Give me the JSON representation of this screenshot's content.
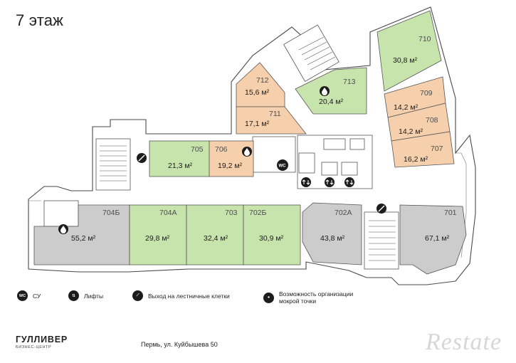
{
  "title": "7 этаж",
  "rooms": [
    {
      "id": "710",
      "number": "710",
      "area": "30,8 м²",
      "status": "green"
    },
    {
      "id": "713",
      "number": "713",
      "area": "20,4 м²",
      "status": "green"
    },
    {
      "id": "712",
      "number": "712",
      "area": "15,6 м²",
      "status": "orange"
    },
    {
      "id": "711",
      "number": "711",
      "area": "17,1 м²",
      "status": "orange"
    },
    {
      "id": "709",
      "number": "709",
      "area": "14,2 м²",
      "status": "orange"
    },
    {
      "id": "708",
      "number": "708",
      "area": "14,2 м²",
      "status": "orange"
    },
    {
      "id": "707",
      "number": "707",
      "area": "16,2 м²",
      "status": "orange"
    },
    {
      "id": "705",
      "number": "705",
      "area": "21,3 м²",
      "status": "green"
    },
    {
      "id": "706",
      "number": "706",
      "area": "19,2 м²",
      "status": "orange"
    },
    {
      "id": "704b",
      "number": "704Б",
      "area": "55,2 м²",
      "status": "gray"
    },
    {
      "id": "704a",
      "number": "704А",
      "area": "29,8 м²",
      "status": "green"
    },
    {
      "id": "703",
      "number": "703",
      "area": "32,4 м²",
      "status": "green"
    },
    {
      "id": "702b",
      "number": "702Б",
      "area": "30,9 м²",
      "status": "green"
    },
    {
      "id": "702a",
      "number": "702А",
      "area": "43,8 м²",
      "status": "gray"
    },
    {
      "id": "701",
      "number": "701",
      "area": "67,1 м²",
      "status": "gray"
    }
  ],
  "colors": {
    "green": "#c8e4ad",
    "orange": "#f6d0ac",
    "gray": "#cccccc"
  },
  "plan_icons": {
    "wc": "WC"
  },
  "legend": [
    {
      "icon": "wc-icon",
      "icon_text": "WC",
      "label": "СУ"
    },
    {
      "icon": "elevator-icon",
      "icon_text": "⇅",
      "label": "Лифты"
    },
    {
      "icon": "staircase-exit-icon",
      "icon_text": "⟋",
      "label": "Выход на лестничные клетки"
    },
    {
      "icon": "water-drop-icon",
      "icon_text": "●",
      "label": "Возможность организации мокрой точки"
    }
  ],
  "footer": {
    "brand": "ГУЛЛИВЕР",
    "brand_sub": "БИЗНЕС-ЦЕНТР",
    "address": "Пермь, ул. Куйбышева 50",
    "watermark": "Restate"
  }
}
